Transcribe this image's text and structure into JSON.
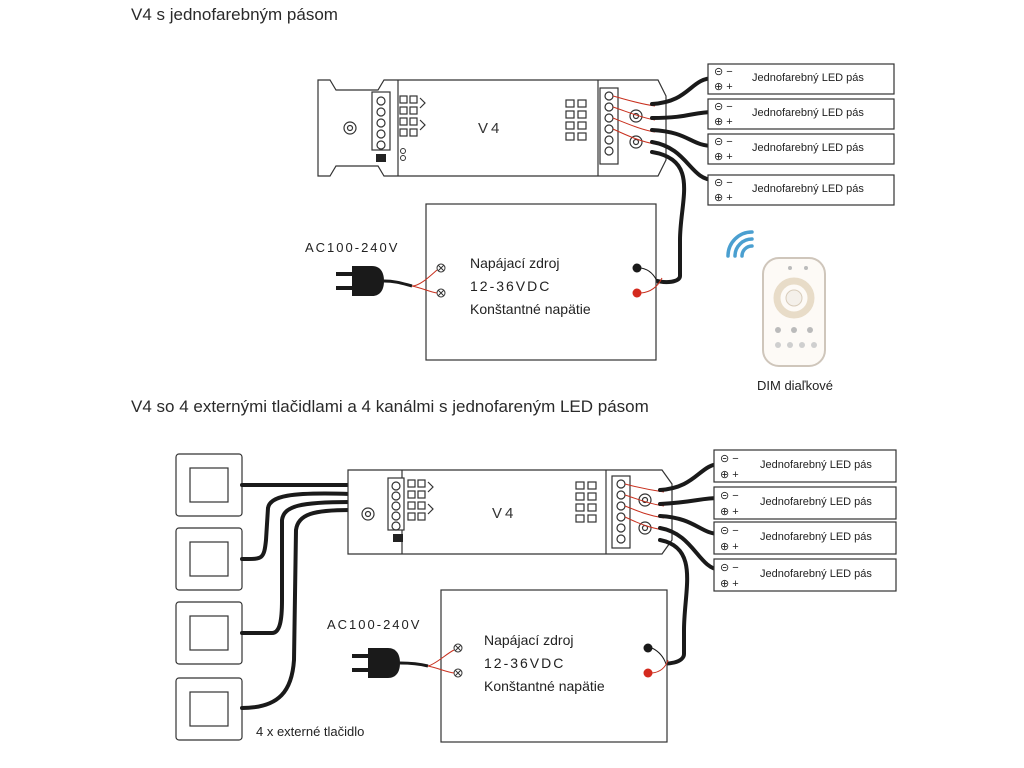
{
  "section1": {
    "title": "V4 s jednofarebným pásom",
    "controller_label": "V4",
    "ac_label": "AC100-240V",
    "psu_lines": [
      "Napájací zdroj",
      "12-36VDC",
      "Konštantné napätie"
    ],
    "strips": [
      "Jednofarebný LED pás",
      "Jednofarebný LED pás",
      "Jednofarebný LED pás",
      "Jednofarebný LED pás"
    ],
    "remote_label": "DIM diaľkové"
  },
  "section2": {
    "title": "V4 so 4 externými tlačidlami a 4 kanálmi s jednofareným LED pásom",
    "controller_label": "V4",
    "ac_label": "AC100-240V",
    "psu_lines": [
      "Napájací zdroj",
      "12-36VDC",
      "Konštantné napätie"
    ],
    "strips": [
      "Jednofarebný LED pás",
      "Jednofarebný LED pás",
      "Jednofarebný LED pás",
      "Jednofarebný LED pás"
    ],
    "buttons_label": "4 x externé tlačidlo"
  },
  "colors": {
    "wire_black": "#1a1a1a",
    "wire_red": "#c8301e",
    "outline": "#333333",
    "terminal_red": "#d42a1e"
  },
  "icons": [
    "controller-box",
    "power-plug-icon",
    "wifi-signal-icon",
    "remote-control-icon",
    "wall-switch-icon",
    "terminal-block"
  ]
}
